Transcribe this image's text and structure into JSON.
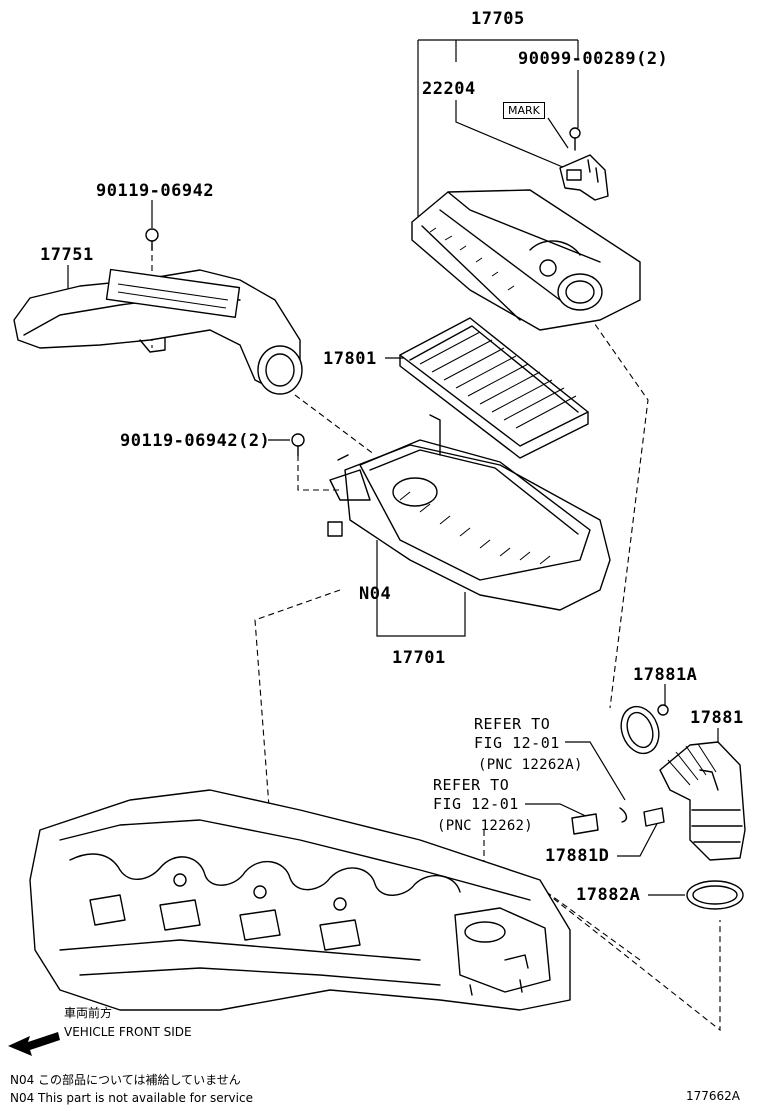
{
  "labels": {
    "p17705": "17705",
    "p90099": "90099-00289(2)",
    "p22204": "22204",
    "mark": "MARK",
    "p90119_a": "90119-06942",
    "p17751": "17751",
    "p17801": "17801",
    "p90119_b": "90119-06942(2)",
    "n04": "N04",
    "p17701": "17701",
    "p17881A": "17881A",
    "p17881": "17881",
    "ref1_line1": "REFER TO",
    "ref1_line2": "FIG 12-01",
    "ref1_line3": "(PNC 12262A)",
    "ref2_line1": "REFER TO",
    "ref2_line2": "FIG 12-01",
    "ref2_line3": "(PNC 12262)",
    "p17881D": "17881D",
    "p17882A": "17882A"
  },
  "orientation": {
    "jp": "車両前方",
    "en": "VEHICLE FRONT SIDE"
  },
  "notes": {
    "jp": "N04  この部品については補給していません",
    "en": "N04  This part is not available for service"
  },
  "figure_id": "177662A"
}
